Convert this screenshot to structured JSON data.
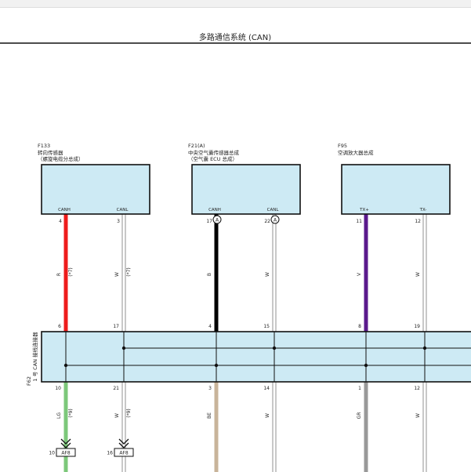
{
  "title": "多路通信系统 (CAN)",
  "colors": {
    "fill": "#cdeaf4",
    "line": "#111111",
    "R": "#ee1c1c",
    "B": "#000000",
    "W": "#ffffff",
    "V": "#5a1a8c",
    "LG": "#7cc87a",
    "BE": "#c8b49a",
    "GR": "#999999"
  },
  "components": [
    {
      "code": "F133",
      "name1": "转向传感器",
      "name2": "（螺旋电缆分总成）",
      "pins": [
        {
          "label": "CANH",
          "number": "4",
          "wire": "R",
          "note": "(*7)"
        },
        {
          "label": "CANL",
          "number": "3",
          "wire": "W",
          "note": "(*7)"
        }
      ]
    },
    {
      "code": "F21(A)",
      "name1": "中央空气囊传感器总成",
      "name2": "（空气囊 ECU 总成）",
      "pins": [
        {
          "label": "CANH",
          "number": "17",
          "connector": "A",
          "wire": "B",
          "note": ""
        },
        {
          "label": "CANL",
          "number": "22",
          "connector": "A",
          "wire": "W",
          "note": ""
        }
      ]
    },
    {
      "code": "F95",
      "name1": "空调放大器总成",
      "name2": "",
      "pins": [
        {
          "label": "TX+",
          "number": "11",
          "wire": "V",
          "note": ""
        },
        {
          "label": "TX-",
          "number": "12",
          "wire": "W",
          "note": ""
        }
      ]
    }
  ],
  "junction": {
    "code": "F62",
    "name": "1 号 CAN 接线连接器",
    "top_pins": [
      "6",
      "17",
      "4",
      "15",
      "8",
      "19"
    ],
    "bottom_pins": [
      "10",
      "21",
      "3",
      "14",
      "1",
      "12"
    ]
  },
  "bottom_wires": [
    {
      "wire": "LG",
      "note": "(*9)",
      "connector_pin": "10",
      "connector": "AF8"
    },
    {
      "wire": "W",
      "note": "(*9)",
      "connector_pin": "16",
      "connector": "AF8"
    },
    {
      "wire": "BE",
      "note": ""
    },
    {
      "wire": "W",
      "note": ""
    },
    {
      "wire": "GR",
      "note": ""
    },
    {
      "wire": "W",
      "note": ""
    }
  ]
}
